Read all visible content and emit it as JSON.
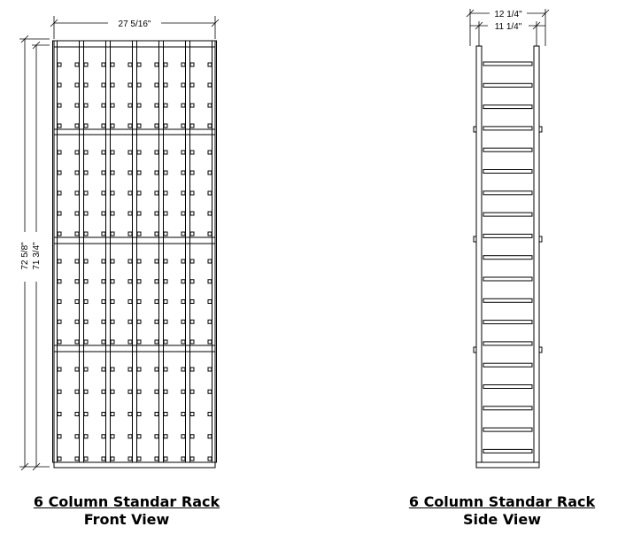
{
  "front_view": {
    "width_dim": "27 5/16\"",
    "height_outer_dim": "72 5/8\"",
    "height_inner_dim": "71 3/4\"",
    "caption_title": "6 Column Standar Rack",
    "caption_subtitle": "Front View"
  },
  "side_view": {
    "depth_outer_dim": "12 1/4\"",
    "depth_inner_dim": "11 1/4\"",
    "caption_title": "6 Column Standar Rack",
    "caption_subtitle": "Side View"
  }
}
